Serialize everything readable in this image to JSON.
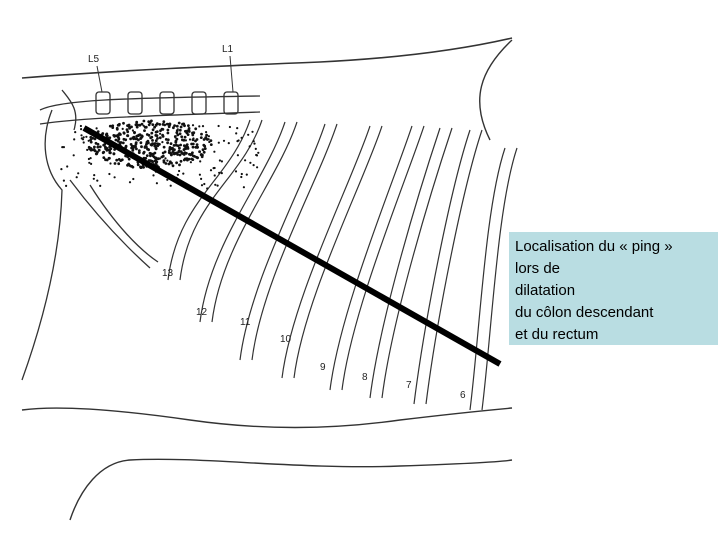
{
  "figure": {
    "vertebra_labels": [
      "L5",
      "L1"
    ],
    "rib_numbers": [
      "13",
      "12",
      "11",
      "10",
      "9",
      "8",
      "7",
      "6"
    ]
  },
  "caption": {
    "lines": [
      "Localisation du « ping »",
      "lors de",
      "dilatation",
      "du côlon descendant",
      "et du rectum"
    ]
  },
  "colors": {
    "caption_bg": "#b9dde2",
    "line": "#000000"
  }
}
